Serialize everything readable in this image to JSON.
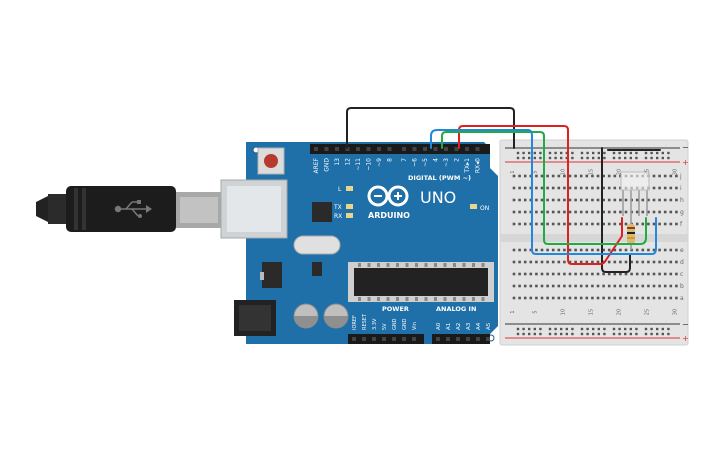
{
  "board": {
    "name": "UNO",
    "brand": "ARDUINO",
    "digital_header": "DIGITAL (PWM ~)",
    "power_header": "POWER",
    "analog_header": "ANALOG IN",
    "on_label": "ON",
    "l_label": "L",
    "tx_label": "TX",
    "rx_label": "RX",
    "digital_pins": [
      "AREF",
      "GND",
      "13",
      "12",
      "~11",
      "~10",
      "~9",
      "8",
      "7",
      "~6",
      "~5",
      "4",
      "~3",
      "2",
      "TX▸1",
      "RX◂0"
    ],
    "power_pins": [
      "IOREF",
      "RESET",
      "3.3V",
      "5V",
      "GND",
      "GND",
      "Vin"
    ],
    "analog_pins": [
      "A0",
      "A1",
      "A2",
      "A3",
      "A4",
      "A5"
    ]
  },
  "breadboard": {
    "row_letters_top": [
      "j",
      "i",
      "h",
      "g",
      "f"
    ],
    "row_letters_bottom": [
      "e",
      "d",
      "c",
      "b",
      "a"
    ],
    "column_numbers": [
      "1",
      "",
      "",
      "",
      "5",
      "",
      "",
      "",
      "",
      "10",
      "",
      "",
      "",
      "",
      "15",
      "",
      "",
      "",
      "",
      "20",
      "",
      "",
      "",
      "",
      "25",
      "",
      "",
      "",
      "",
      "30"
    ],
    "rail_minus": "−",
    "rail_plus": "+"
  },
  "colors": {
    "board_blue": "#1f6fa8",
    "breadboard": "#e6e6e6",
    "wire_black": "#222222",
    "wire_red": "#e02020",
    "wire_green": "#22aa44",
    "wire_blue": "#2288dd"
  }
}
